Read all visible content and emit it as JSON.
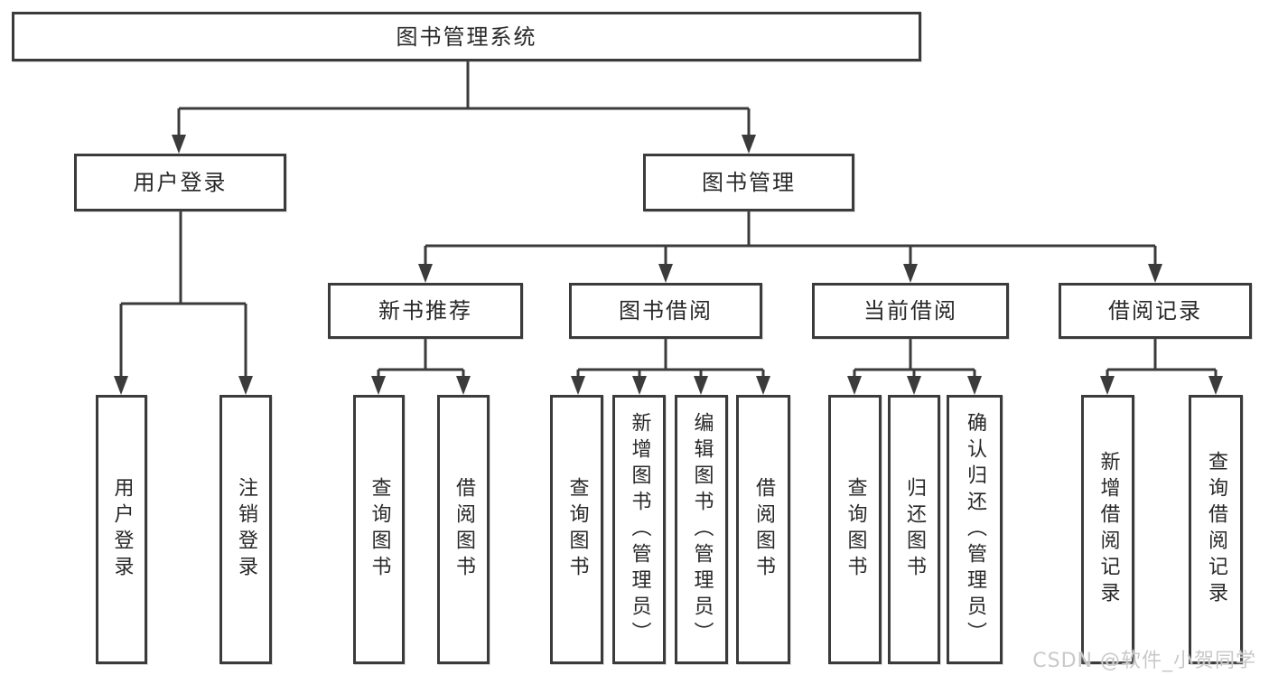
{
  "diagram_type": "hierarchy-chart",
  "colors": {
    "line": "#3b3b3b",
    "box_border": "#3b3b3b",
    "box_background": "#ffffff",
    "text": "#282828",
    "watermark_text_color": "#c9c9c9"
  },
  "tree": {
    "label": "图书管理系统",
    "children": [
      {
        "label": "用户登录",
        "children": [
          {
            "label": "用户登录"
          },
          {
            "label": "注销登录"
          }
        ]
      },
      {
        "label": "图书管理",
        "children": [
          {
            "label": "新书推荐",
            "children": [
              {
                "label": "查询图书"
              },
              {
                "label": "借阅图书"
              }
            ]
          },
          {
            "label": "图书借阅",
            "children": [
              {
                "label": "查询图书"
              },
              {
                "label": "新增图书（管理员）"
              },
              {
                "label": "编辑图书（管理员）"
              },
              {
                "label": "借阅图书"
              }
            ]
          },
          {
            "label": "当前借阅",
            "children": [
              {
                "label": "查询图书"
              },
              {
                "label": "归还图书"
              },
              {
                "label": "确认归还（管理员）"
              }
            ]
          },
          {
            "label": "借阅记录",
            "children": [
              {
                "label": "新增借阅记录"
              },
              {
                "label": "查询借阅记录"
              }
            ]
          }
        ]
      }
    ]
  },
  "watermark": {
    "text": "CSDN @软件_小贺同学"
  }
}
